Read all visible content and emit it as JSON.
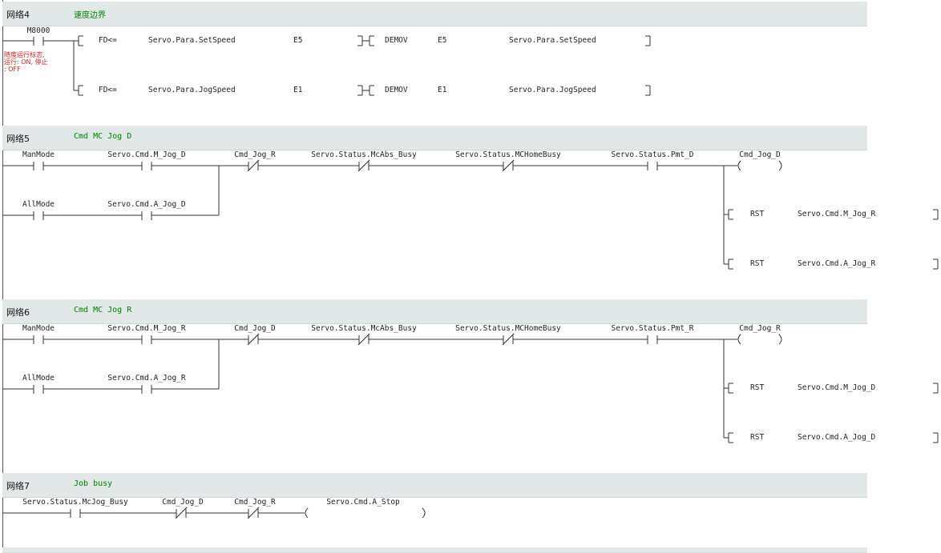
{
  "networks": [
    {
      "title": "网络4",
      "comment": "速度边界"
    },
    {
      "title": "网络5",
      "comment": "Cmd MC Jog D"
    },
    {
      "title": "网络6",
      "comment": "Cmd MC Jog R"
    },
    {
      "title": "网络7",
      "comment": "Job busy"
    }
  ],
  "net4": {
    "contact": "M8000",
    "contact_comment": "随度运行标志,\n运行: ON, 停止\n: OFF",
    "row1": {
      "op": "FD<=",
      "a": "Servo.Para.SetSpeed",
      "b": "E5",
      "op2": "DEMOV",
      "c": "E5",
      "d": "Servo.Para.SetSpeed"
    },
    "row2": {
      "op": "FD<=",
      "a": "Servo.Para.JogSpeed",
      "b": "E1",
      "op2": "DEMOV",
      "c": "E1",
      "d": "Servo.Para.JogSpeed"
    }
  },
  "net5": {
    "c1": "ManMode",
    "c2": "Servo.Cmd.M_Jog_D",
    "c3": "Cmd_Jog_R",
    "c4": "Servo.Status.McAbs_Busy",
    "c5": "Servo.Status.MCHomeBusy",
    "c6": "Servo.Status.Pmt_D",
    "coil": "Cmd_Jog_D",
    "p1": "AllMode",
    "p2": "Servo.Cmd.A_Jog_D",
    "i1_op": "RST",
    "i1_arg": "Servo.Cmd.M_Jog_R",
    "i2_op": "RST",
    "i2_arg": "Servo.Cmd.A_Jog_R"
  },
  "net6": {
    "c1": "ManMode",
    "c2": "Servo.Cmd.M_Jog_R",
    "c3": "Cmd_Jog_D",
    "c4": "Servo.Status.McAbs_Busy",
    "c5": "Servo.Status.MCHomeBusy",
    "c6": "Servo.Status.Pmt_R",
    "coil": "Cmd_Jog_R",
    "p1": "AllMode",
    "p2": "Servo.Cmd.A_Jog_R",
    "i1_op": "RST",
    "i1_arg": "Servo.Cmd.M_Jog_D",
    "i2_op": "RST",
    "i2_arg": "Servo.Cmd.A_Jog_D"
  },
  "net7": {
    "c1": "Servo.Status.McJog_Busy",
    "c2": "Cmd_Jog_D",
    "c3": "Cmd_Jog_R",
    "coil": "Servo.Cmd.A_Stop"
  }
}
